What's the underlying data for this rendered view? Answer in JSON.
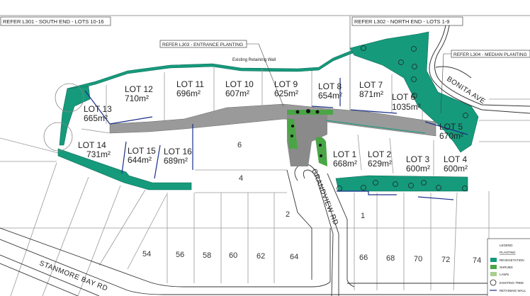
{
  "references": {
    "south": "REFER L301 - SOUTH END - LOTS 10-16",
    "north": "REFER L302 - NORTH END - LOTS 1-9",
    "entrance": "REFER L303 - ENTRANCE PLANTING",
    "median": "REFER L304 - MEDIAN PLANTING"
  },
  "annotations": {
    "retaining_wall": "Existing Retaining Wall"
  },
  "lots": [
    {
      "id": "LOT 1",
      "area": "668m²"
    },
    {
      "id": "LOT 2",
      "area": "629m²"
    },
    {
      "id": "LOT 3",
      "area": "600m²"
    },
    {
      "id": "LOT 4",
      "area": "600m²"
    },
    {
      "id": "LOT 5",
      "area": "670m²"
    },
    {
      "id": "LOT 6",
      "area": "1035m²"
    },
    {
      "id": "LOT 7",
      "area": "871m²"
    },
    {
      "id": "LOT 8",
      "area": "654m²"
    },
    {
      "id": "LOT 9",
      "area": "625m²"
    },
    {
      "id": "LOT 10",
      "area": "607m²"
    },
    {
      "id": "LOT 11",
      "area": "696m²"
    },
    {
      "id": "LOT 12",
      "area": "710m²"
    },
    {
      "id": "LOT 13",
      "area": "665m²"
    },
    {
      "id": "LOT 14",
      "area": "731m²"
    },
    {
      "id": "LOT 15",
      "area": "644m²"
    },
    {
      "id": "LOT 16",
      "area": "689m²"
    }
  ],
  "existing_parcels": [
    "6",
    "4",
    "2",
    "1",
    "54",
    "56",
    "58",
    "60",
    "62",
    "64",
    "66",
    "68",
    "70",
    "72",
    "74"
  ],
  "roads": {
    "stanmore": "STANMORE BAY RD",
    "grandview": "GRANDVIEW RD",
    "bonita": "BONITA AVE"
  },
  "legend": {
    "title": "LEGEND",
    "section": "PLANTING",
    "items": [
      {
        "label": "REVEGETATION",
        "color": "#159a7c"
      },
      {
        "label": "SHRUBS",
        "color": "#4aa546"
      },
      {
        "label": "LAWN",
        "color": "#a9cf8e"
      },
      {
        "label": "EXISTING TREE",
        "symbol": "circle"
      },
      {
        "label": "RETAINING WALL",
        "symbol": "line",
        "color": "#1a2f8a"
      }
    ]
  },
  "colors": {
    "revegetation": "#159a7c",
    "shrubs": "#4aa546",
    "lawn": "#a9cf8e",
    "road_surface": "#9a9a9a",
    "retaining_wall": "#1a2f8a",
    "boundary": "#888888"
  }
}
